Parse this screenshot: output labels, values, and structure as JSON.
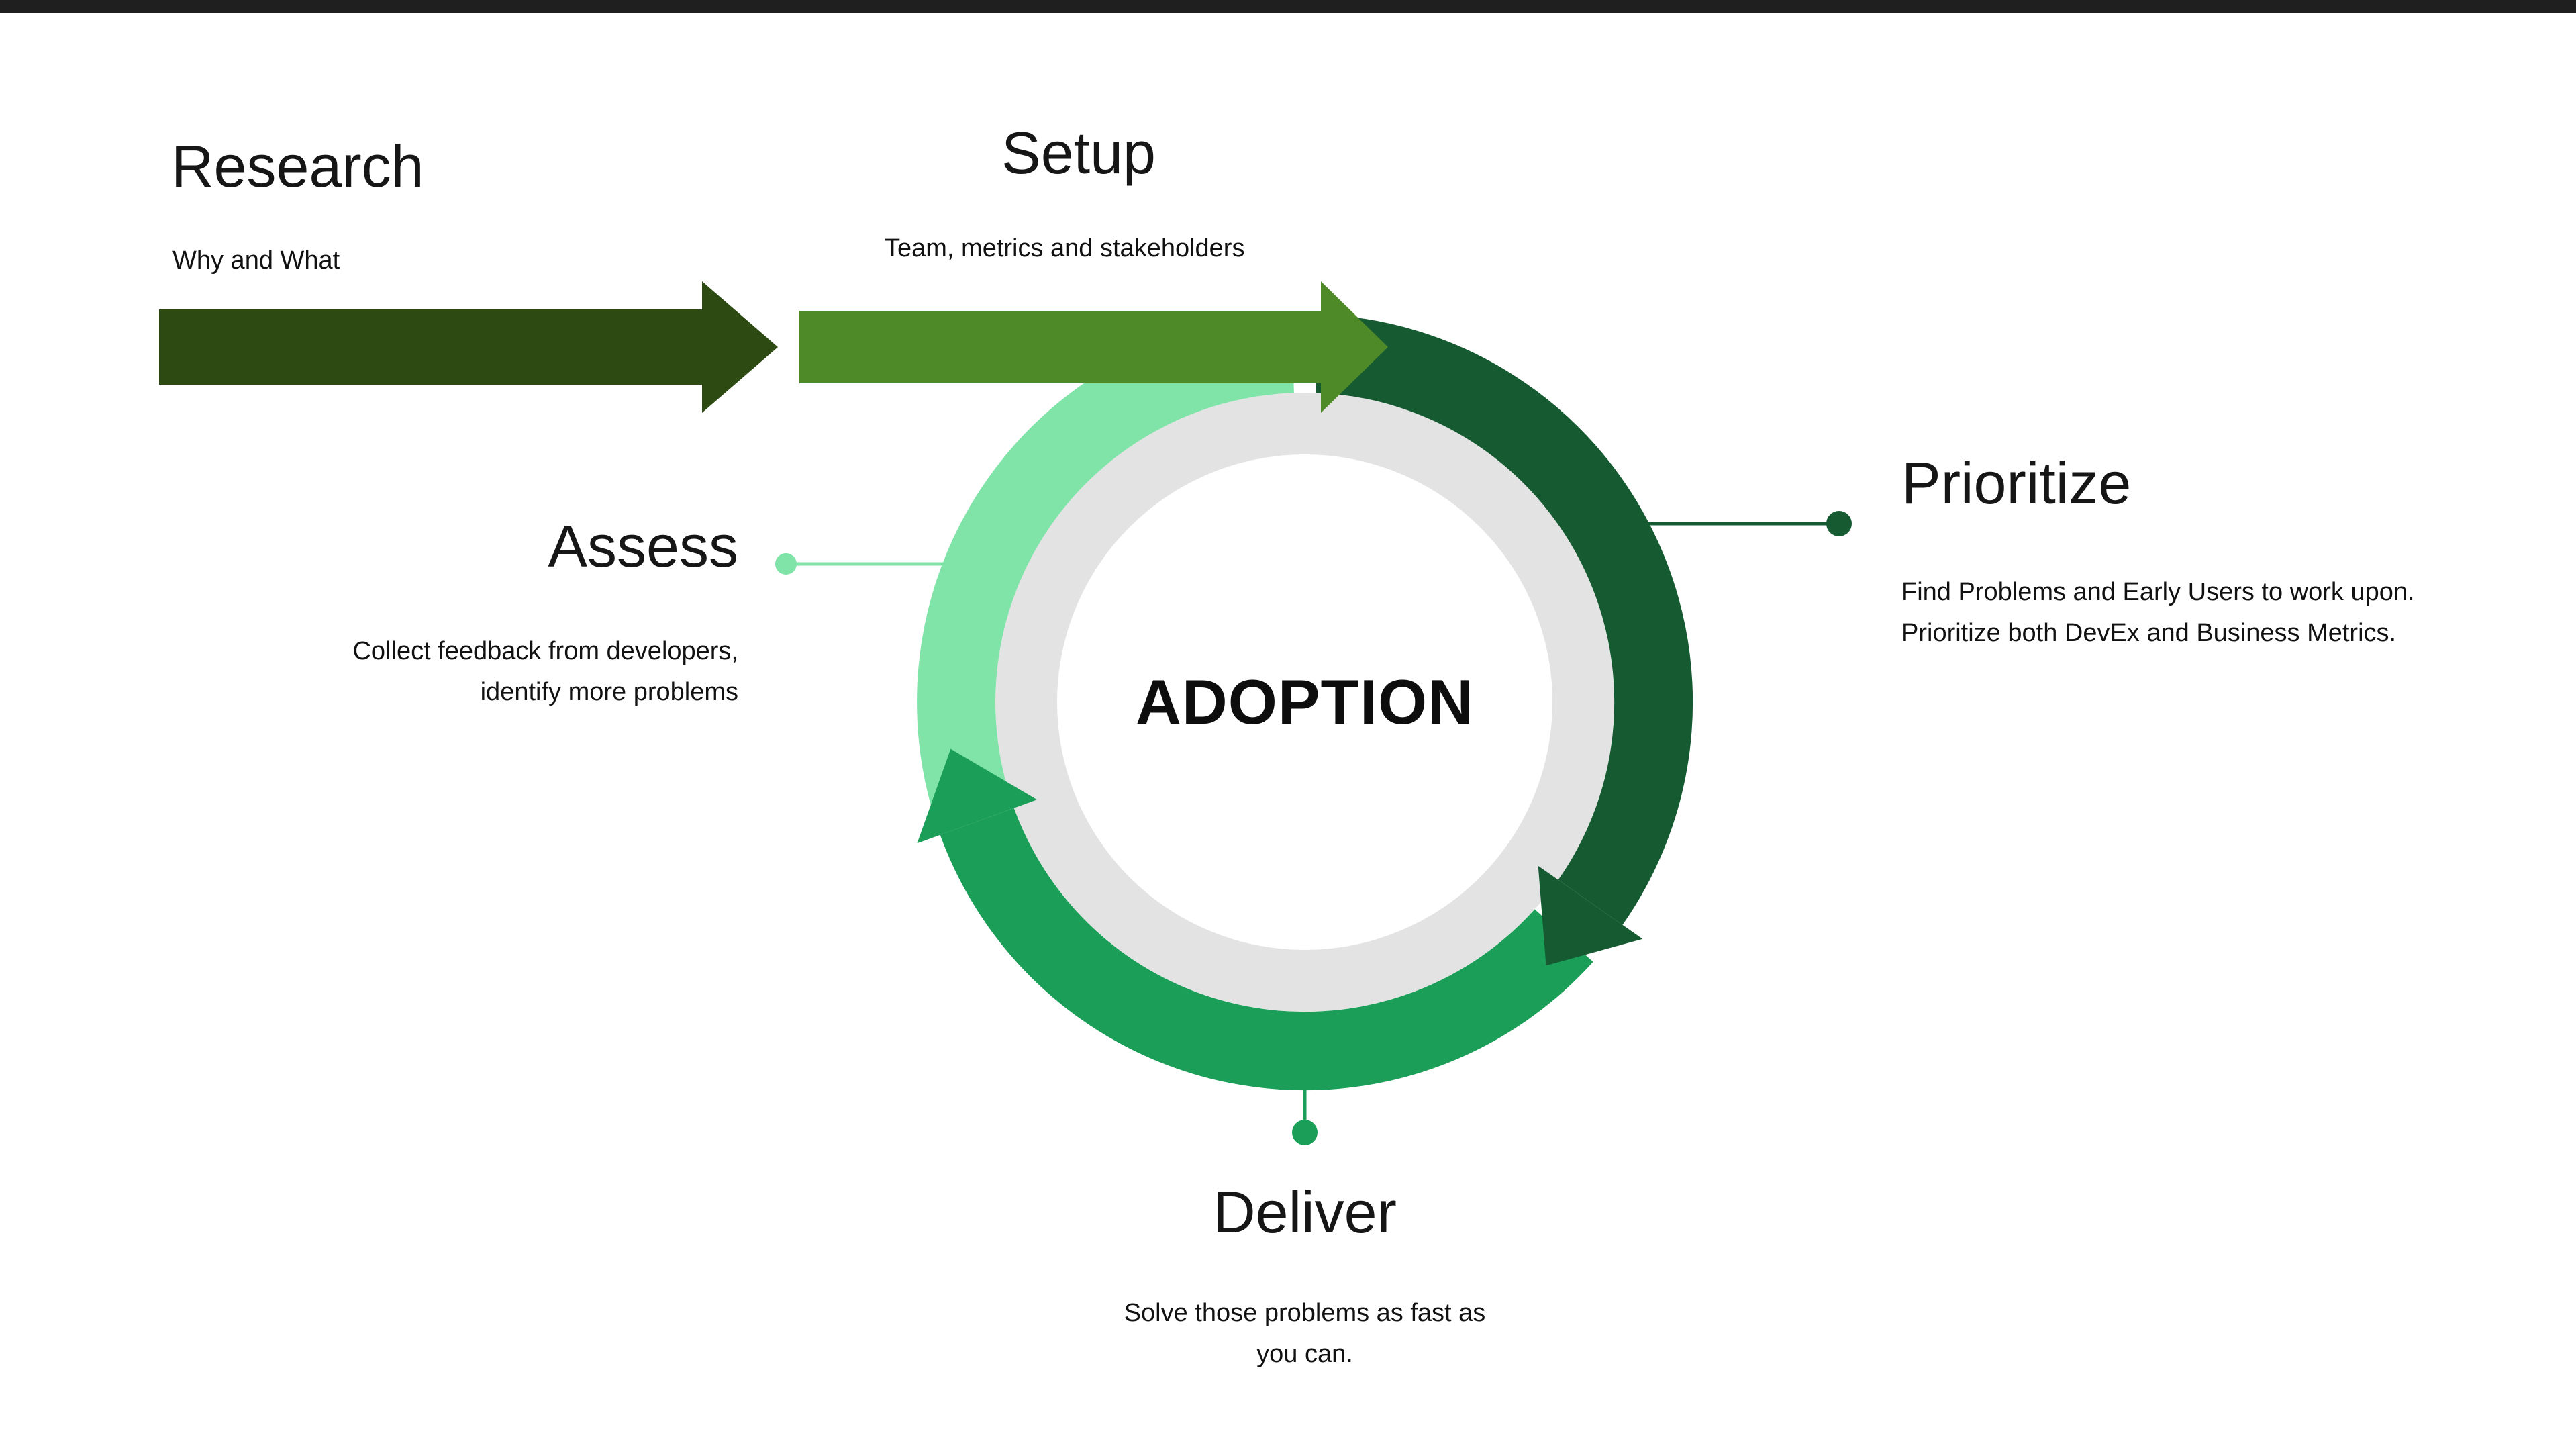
{
  "meta": {
    "background": "#FFFFFF"
  },
  "colors": {
    "top_bar": "#1F1F1F",
    "ring_dark": "#165A32",
    "ring_medium": "#1A9E58",
    "ring_light": "#80E3A8",
    "ring_track": "#E3E3E3",
    "center_disc": "#FFFFFF",
    "research_arrow": "#2D4A13",
    "setup_arrow": "#4E8A28"
  },
  "center": {
    "label": "ADOPTION"
  },
  "stages": {
    "research": {
      "title": "Research",
      "description": "Why and What"
    },
    "setup": {
      "title": "Setup",
      "description": "Team, metrics and stakeholders"
    },
    "prioritize": {
      "title": "Prioritize",
      "description": "Find Problems and Early Users to work upon. Prioritize both DevEx and Business Metrics."
    },
    "assess": {
      "title": "Assess",
      "description": "Collect feedback from developers, identify more problems"
    },
    "deliver": {
      "title": "Deliver",
      "description": "Solve those problems as fast as you can."
    }
  }
}
